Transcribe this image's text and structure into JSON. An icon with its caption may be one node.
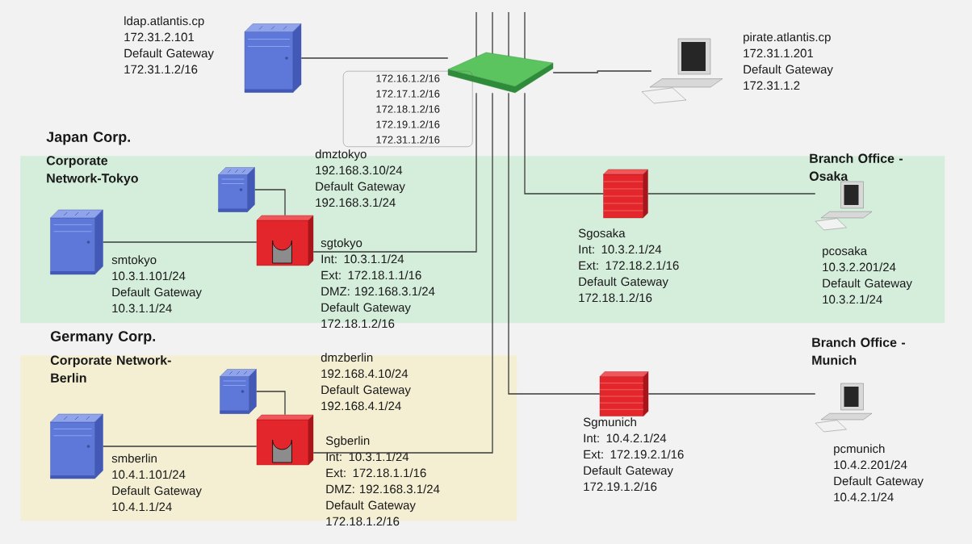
{
  "diagram": {
    "nodes": [
      {
        "text": [
          "Japan Corp.",
          "Corporate Network-Tokyo",
          "Branch Office - Osaka"
        ]
      },
      {
        "text": [
          "Germany Corp.",
          "Corporate Network-Berlin"
        ]
      },
      {
        "text": [],
        "shape": "picture"
      },
      {
        "text": [
          "172.16.1.2/16",
          "172.17.1.2/16",
          "172.18.1.2/16",
          "172.19.1.2/16",
          "172.31.1.2/16"
        ]
      },
      {
        "text": [],
        "shape": "picture",
        "beside": [
          "ldap.atlantis.cp",
          "172.31.2.101",
          "Default Gateway 172.31.1.2/16"
        ]
      },
      {
        "text": [],
        "shape": "picture",
        "beside": [
          "pirate.atlantis.cp",
          "172.31.1.201",
          "Default Gateway 172.31.1.2"
        ]
      },
      {
        "text": [],
        "shape": "picture",
        "in": 0,
        "beside": [
          "dmztokyo",
          "192.168.3.10/24",
          "Default Gateway 192.168.3.1/24"
        ]
      },
      {
        "text": [],
        "shape": "picture",
        "in": 0,
        "beside": [
          "smtokyo",
          "10.3.1.101/24",
          "Default Gateway 10.3.1.1/24"
        ]
      },
      {
        "text": [],
        "shape": "picture",
        "in": 0,
        "beside": [
          "sgtokyo",
          "Int: 10.3.1.1/24",
          "Ext: 172.18.1.1/16",
          "DMZ: 192.168.3.1/24",
          "Default Gateway 172.18.1.2/16"
        ]
      },
      {
        "text": [],
        "shape": "picture",
        "in": 0,
        "beside": [
          "Sgosaka",
          "Int: 10.3.2.1/24",
          "Ext: 172.18.2.1/16",
          "Default Gateway 172.18.1.2/16"
        ]
      },
      {
        "text": [],
        "shape": "picture",
        "in": 0,
        "beside": [
          "pcosaka",
          "10.3.2.201/24",
          "Default Gateway 10.3.2.1/24"
        ]
      },
      {
        "text": [],
        "shape": "picture",
        "in": 1,
        "beside": [
          "dmzberlin",
          "192.168.4.10/24",
          "Default Gateway 192.168.4.1/24"
        ]
      },
      {
        "text": [],
        "shape": "picture",
        "in": 1,
        "beside": [
          "smberlin",
          "10.4.1.101/24",
          "Default Gateway 10.4.1.1/24"
        ]
      },
      {
        "text": [],
        "shape": "picture",
        "in": 1,
        "beside": [
          "Sgberlin",
          "Int: 10.3.1.1/24",
          "Ext: 172.18.1.1/16",
          "DMZ: 192.168.3.1/24",
          "Default Gateway 172.18.1.2/16"
        ]
      },
      {
        "text": [],
        "shape": "picture",
        "beside": [
          "Sgmunich",
          "Int: 10.4.2.1/24",
          "Ext: 172.19.2.1/16",
          "Default Gateway 172.19.1.2/16"
        ]
      },
      {
        "text": [],
        "shape": "picture",
        "beside": [
          "pcmunich",
          "10.4.2.201/24",
          "Default Gateway 10.4.2.1/24"
        ]
      }
    ],
    "edges": [
      {
        "from": 4,
        "to": 2,
        "arrow": "none"
      },
      {
        "from": 2,
        "to": 5,
        "arrow": "none"
      },
      {
        "from": 2,
        "to": 8,
        "arrow": "none"
      },
      {
        "from": 2,
        "to": 13,
        "arrow": "none"
      },
      {
        "from": 2,
        "to": 14,
        "arrow": "none"
      },
      {
        "from": 2,
        "to": 9,
        "arrow": "none"
      },
      {
        "from": 7,
        "to": 8,
        "arrow": "none"
      },
      {
        "from": 6,
        "to": 8,
        "arrow": "none"
      },
      {
        "from": 9,
        "to": 10,
        "arrow": "none"
      },
      {
        "from": 12,
        "to": 13,
        "arrow": "none"
      },
      {
        "from": 11,
        "to": 13,
        "arrow": "none"
      },
      {
        "from": 14,
        "to": 15,
        "arrow": "none"
      }
    ],
    "labels": [
      "Branch Office - Munich"
    ]
  }
}
